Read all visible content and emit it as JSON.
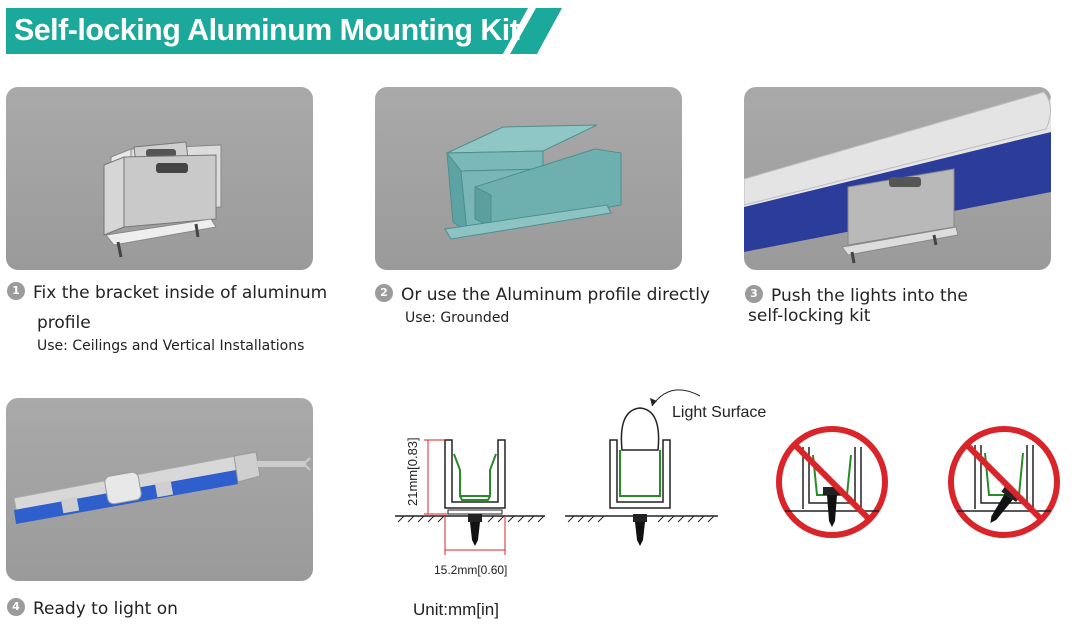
{
  "header": {
    "title": "Self-locking Aluminum Mounting Kit",
    "accent": "#1aa99a"
  },
  "steps": [
    {
      "badge": "1",
      "line1": "Fix the bracket inside of aluminum",
      "line2": "profile",
      "note": "Use: Ceilings and Vertical Installations"
    },
    {
      "badge": "2",
      "line1": "Or use the Aluminum profile directly",
      "note": "Use: Grounded"
    },
    {
      "badge": "3",
      "line1": "Push the lights into the",
      "line2": "self-locking  kit"
    },
    {
      "badge": "4",
      "line1": "Ready to  light on"
    }
  ],
  "diagram": {
    "height_label": "21mm[0.83]",
    "width_label": "15.2mm[0.60]",
    "light_surface_label": "Light Surface",
    "unit_label": "Unit:mm[in]"
  },
  "colors": {
    "photo_bg": "#a2a2a2",
    "profile_teal": "#6fb3b3",
    "light_blue": "#2c3c9a",
    "prohibit_red": "#d9252a"
  }
}
